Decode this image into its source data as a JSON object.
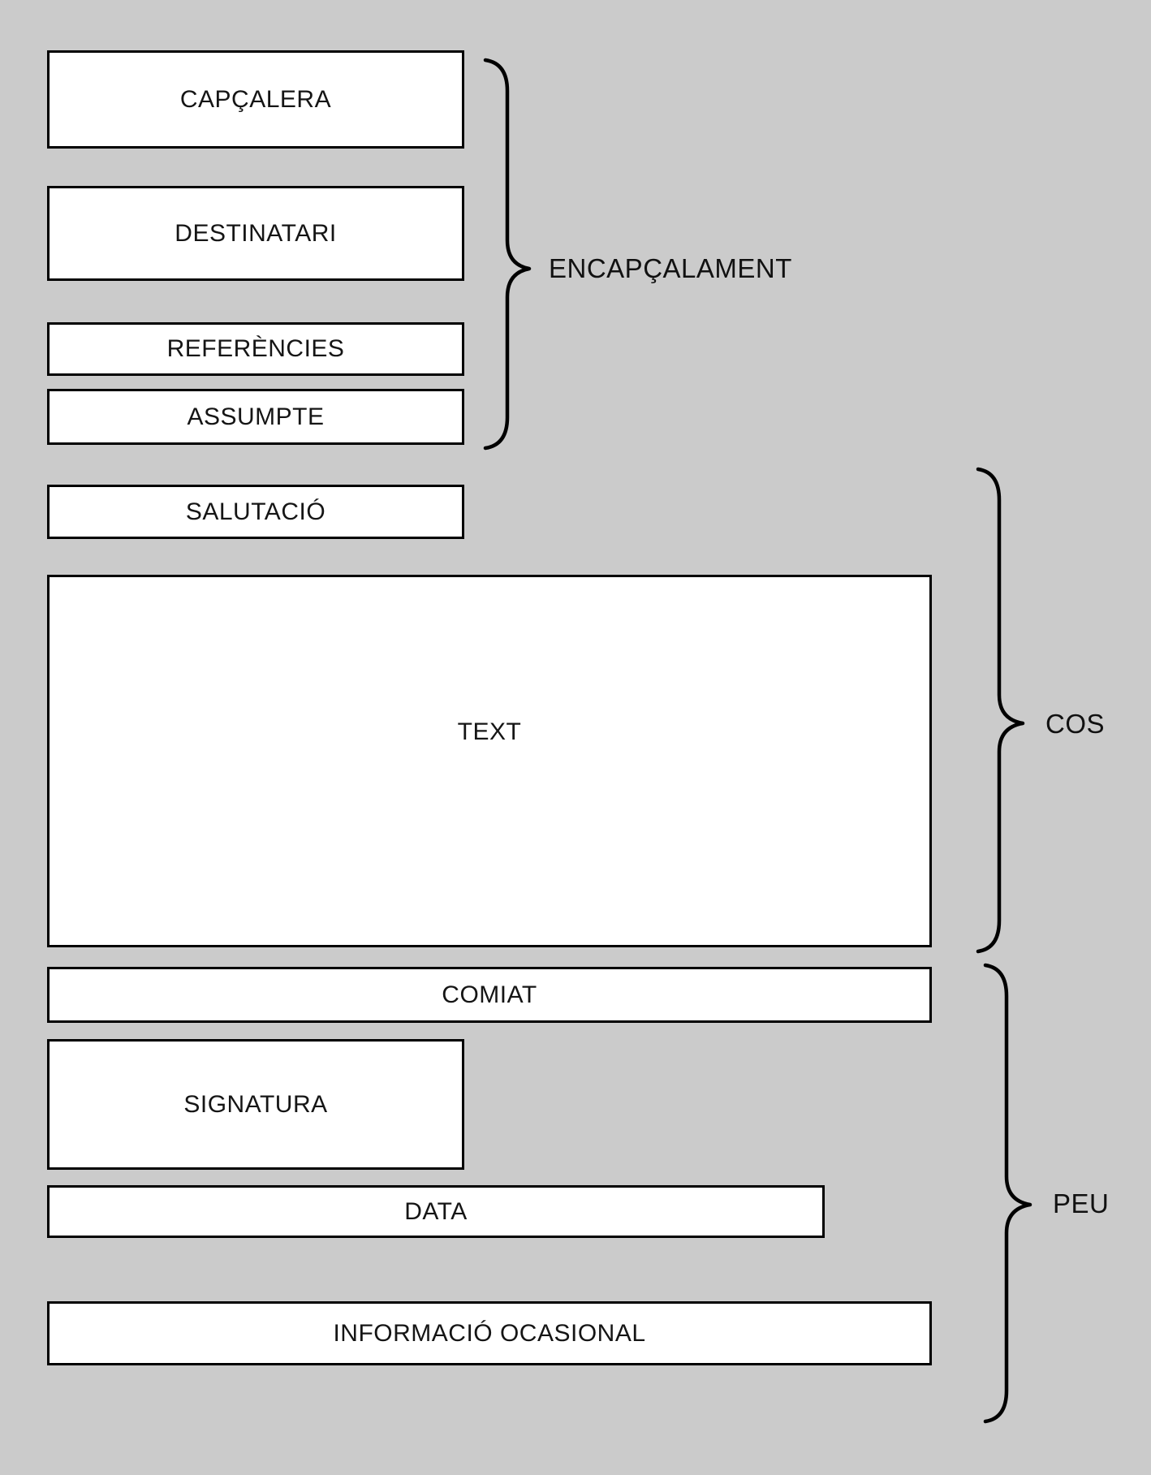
{
  "colors": {
    "background": "#cbcbcb",
    "box_fill": "#ffffff",
    "line": "#000000",
    "text": "#111111"
  },
  "boxes": [
    {
      "id": "capcalera",
      "label": "CAPÇALERA"
    },
    {
      "id": "destinatari",
      "label": "DESTINATARI"
    },
    {
      "id": "referencies",
      "label": "REFERÈNCIES"
    },
    {
      "id": "assumpte",
      "label": "ASSUMPTE"
    },
    {
      "id": "salutacio",
      "label": "SALUTACIÓ"
    },
    {
      "id": "text",
      "label": "TEXT"
    },
    {
      "id": "comiat",
      "label": "COMIAT"
    },
    {
      "id": "signatura",
      "label": "SIGNATURA"
    },
    {
      "id": "data",
      "label": "DATA"
    },
    {
      "id": "informacio-ocasional",
      "label": "INFORMACIÓ OCASIONAL"
    }
  ],
  "groups": [
    {
      "id": "encapcalament",
      "label": "ENCAPÇALAMENT"
    },
    {
      "id": "cos",
      "label": "COS"
    },
    {
      "id": "peu",
      "label": "PEU"
    }
  ]
}
